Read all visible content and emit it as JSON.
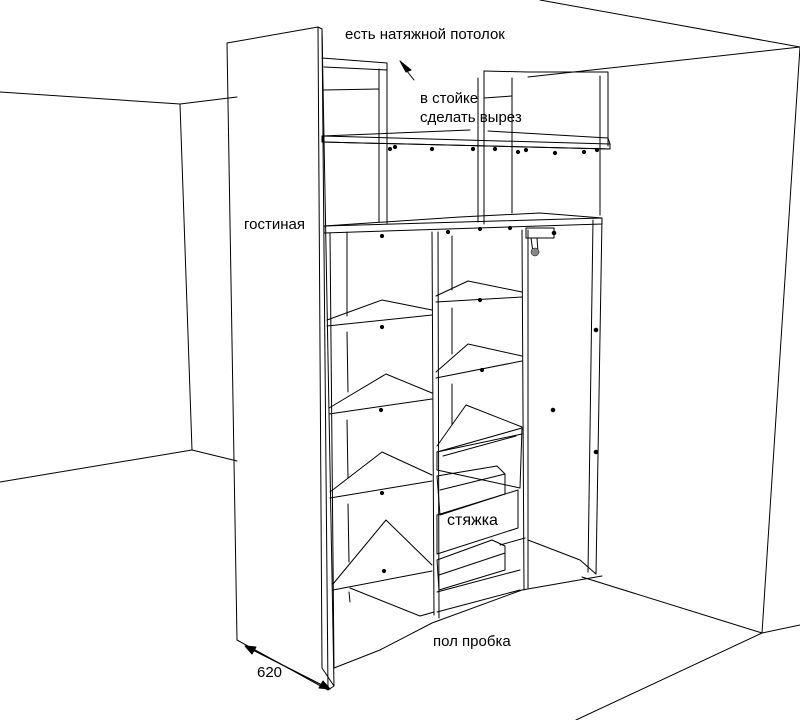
{
  "labels": {
    "ceiling_note": "есть натяжной потолок",
    "cutout_note": "в стойке\nсделать вырез",
    "room_label": "гостиная",
    "tie_label": "стяжка",
    "floor_note": "пол пробка",
    "depth_dimension": "620"
  },
  "colors": {
    "line": "#000000",
    "background": "#ffffff"
  }
}
